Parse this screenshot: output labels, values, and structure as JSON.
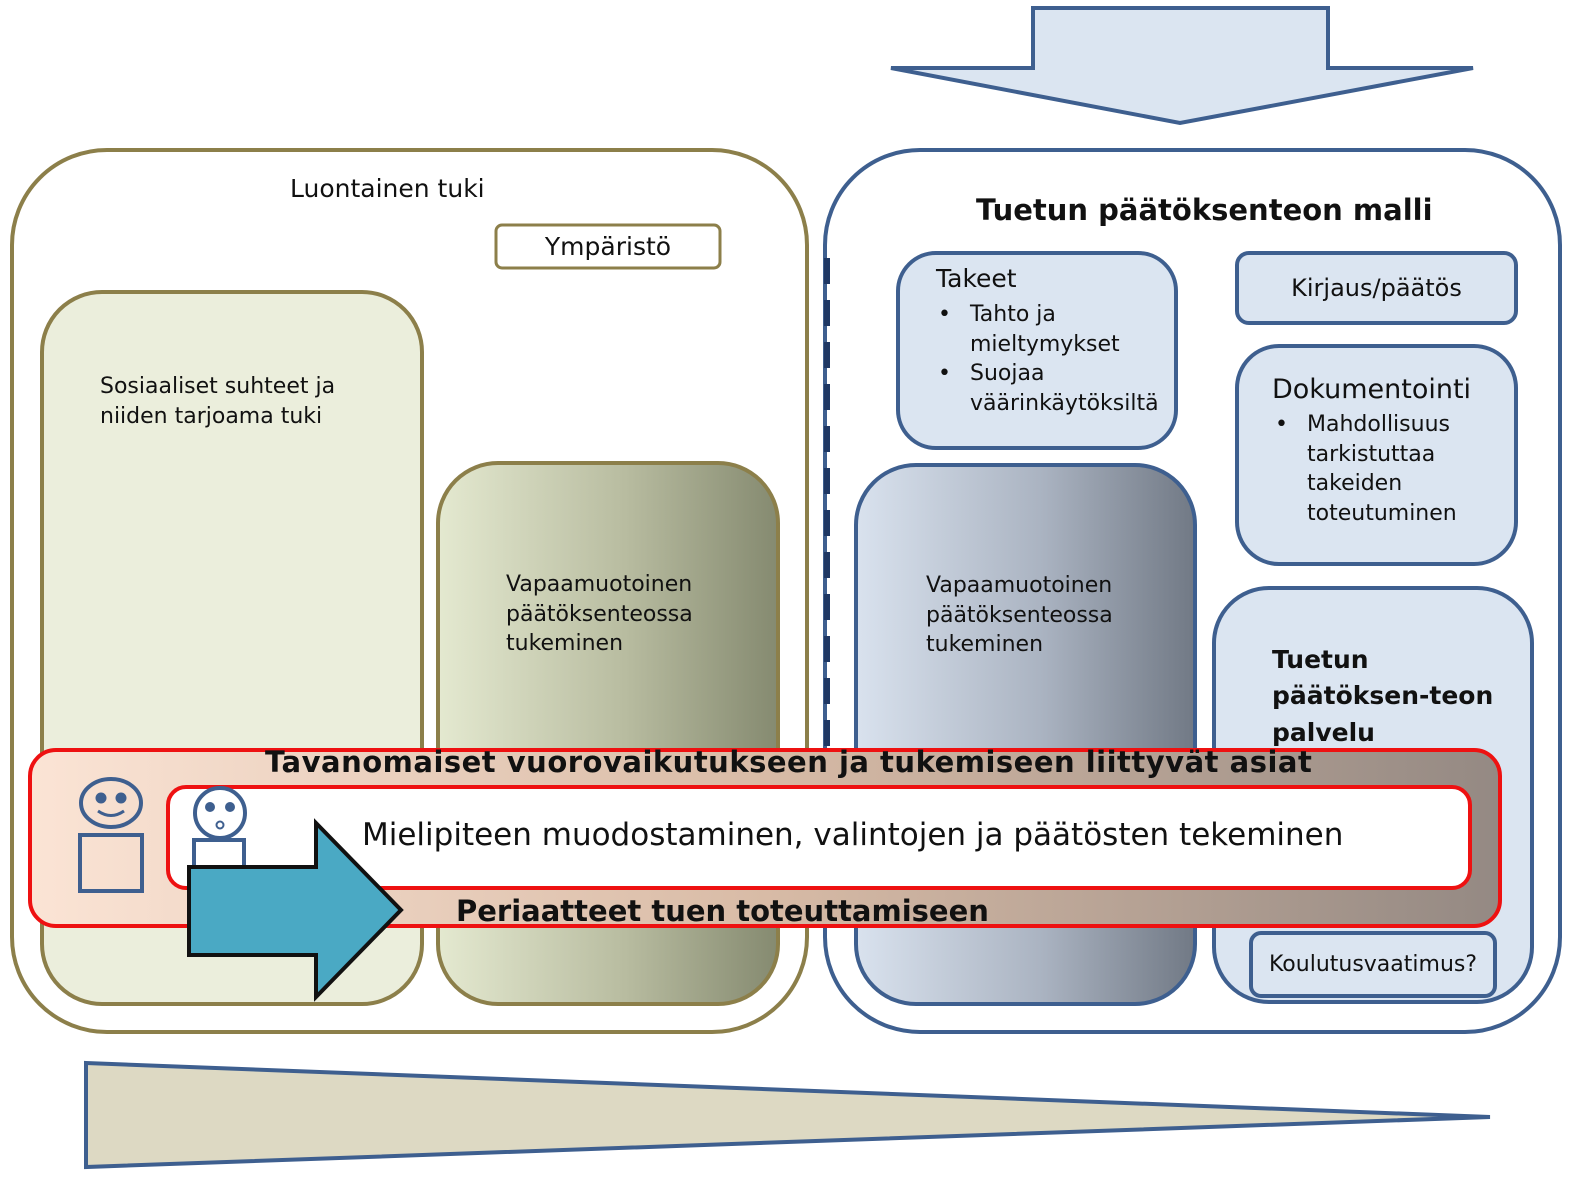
{
  "natural_support": {
    "title": "Luontainen tuki",
    "environment": "Ympäristö",
    "social_relations": "Sosiaaliset suhteet ja niiden tarjoama tuki",
    "informal_support": "Vapaamuotoinen päätöksenteossa tukeminen"
  },
  "model": {
    "title": "Tuetun päätöksenteon malli",
    "guarantees": {
      "title": "Takeet",
      "items": [
        "Tahto ja mieltymykset",
        "Suojaa väärinkäytöksiltä"
      ]
    },
    "record": "Kirjaus/päätös",
    "documentation": {
      "title": "Dokumentointi",
      "items": [
        "Mahdollisuus tarkistuttaa takeiden toteutuminen"
      ]
    },
    "informal_support": "Vapaamuotoinen päätöksenteossa tukeminen",
    "service": "Tuetun päätöksen-teon palvelu",
    "training": "Koulutusvaatimus?"
  },
  "band": {
    "top_label": "Tavanomaiset vuorovaikutukseen ja tukemiseen liittyvät asiat",
    "center_label": "Mielipiteen muodostaminen, valintojen ja päätösten tekeminen",
    "bottom_label": "Periaatteet tuen toteuttamiseen"
  },
  "colors": {
    "olive_border": "#8c7f4a",
    "blue_border": "#3e5f8f",
    "light_green": "#ebeedc",
    "light_blue": "#dbe5f1",
    "red_border": "#ee1111",
    "teal_arrow": "#4aa9c4",
    "wedge_fill": "#ddd9c3"
  },
  "icons": [
    "person-smiling-icon",
    "person-surprised-icon",
    "right-arrow-icon",
    "down-arrow-icon",
    "wedge-icon"
  ]
}
